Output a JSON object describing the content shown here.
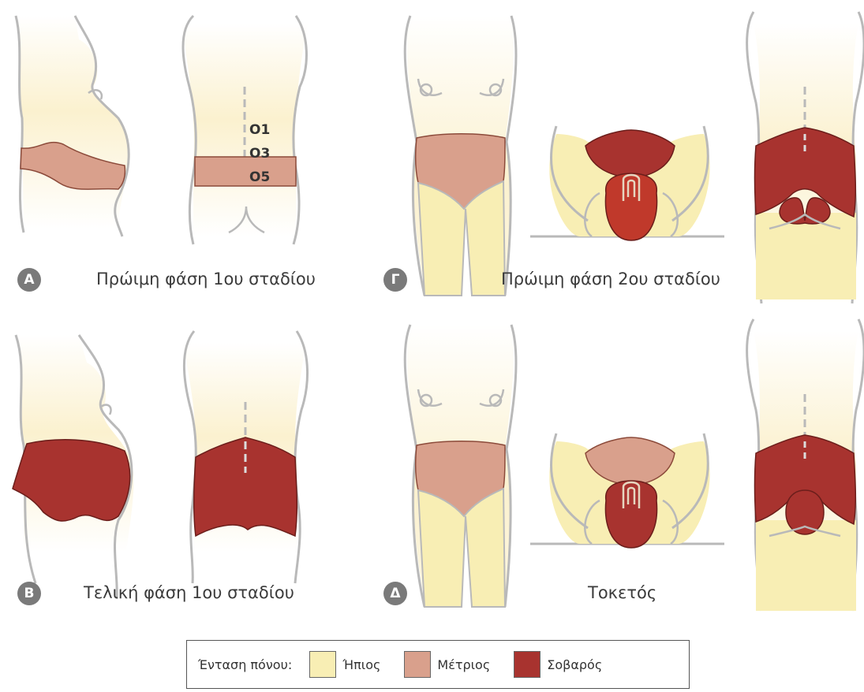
{
  "panels": {
    "a": {
      "badge": "Α",
      "caption": "Πρώιμη φάση 1ου σταδίου"
    },
    "b": {
      "badge": "Β",
      "caption": "Τελική φάση 1ου σταδίου"
    },
    "c": {
      "badge": "Γ",
      "caption": "Πρώιμη φάση 2ου σταδίου"
    },
    "d": {
      "badge": "Δ",
      "caption": "Τοκετός"
    }
  },
  "vertebrae": [
    "O1",
    "O3",
    "O5"
  ],
  "legend": {
    "title": "Ένταση πόνου:",
    "items": [
      {
        "label": "Ήπιος",
        "color": "#f8eeb4"
      },
      {
        "label": "Μέτριος",
        "color": "#d9a08c"
      },
      {
        "label": "Σοβαρός",
        "color": "#a8332f"
      }
    ]
  },
  "colors": {
    "mild": "#f8eeb4",
    "moderate": "#d9a08c",
    "severe": "#a8332f",
    "severe_dark": "#c0392b",
    "outline": "#b9b9b9"
  }
}
